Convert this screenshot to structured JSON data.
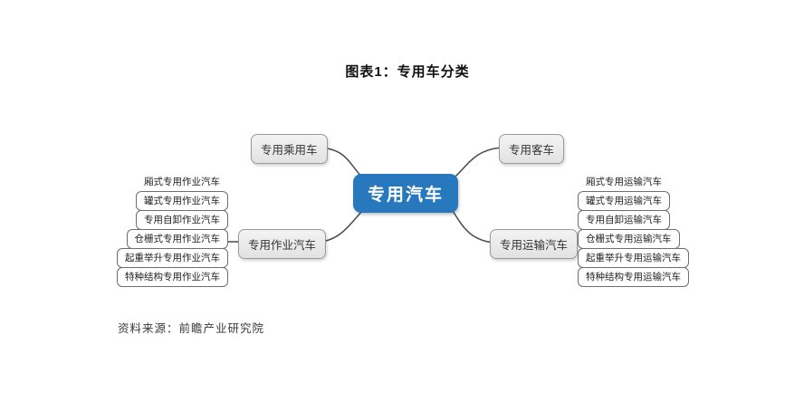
{
  "title": "图表1：专用车分类",
  "source": "资料来源：前瞻产业研究院",
  "diagram": {
    "root": "专用汽车",
    "branches": {
      "passenger": "专用乘用车",
      "bus": "专用客车",
      "work": "专用作业汽车",
      "transport": "专用运输汽车"
    },
    "work_leaves": [
      "厢式专用作业汽车",
      "罐式专用作业汽车",
      "专用自卸作业汽车",
      "仓栅式专用作业汽车",
      "起重举升专用作业汽车",
      "特种结构专用作业汽车"
    ],
    "transport_leaves": [
      "厢式专用运输汽车",
      "罐式专用运输汽车",
      "专用自卸运输汽车",
      "仓栅式专用运输汽车",
      "起重举升专用运输汽车",
      "特种结构专用运输汽车"
    ],
    "colors": {
      "root_fill": "#2878BE",
      "root_text": "#FFFFFF",
      "branch_fill": "#EBEBEB",
      "branch_border": "#9A9A9A",
      "connector": "#4A4A4A"
    }
  }
}
